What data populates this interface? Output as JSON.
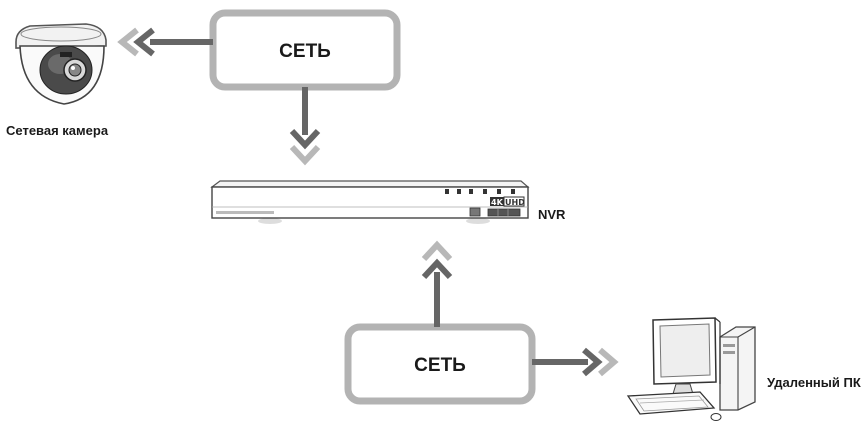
{
  "diagram": {
    "network_top_label": "СЕТЬ",
    "network_bottom_label": "СЕТЬ",
    "camera_label": "Сетевая камера",
    "nvr_label": "NVR",
    "pc_label": "Удаленный ПК",
    "nvr_badge_4k": "4K",
    "nvr_badge_uhd": "UHD"
  },
  "colors": {
    "box_border": "#b3b3b3",
    "arrow_dark": "#666666",
    "arrow_light": "#b8b8b8"
  },
  "icons": {
    "camera": "dome-camera-icon",
    "nvr": "nvr-recorder-icon",
    "pc": "desktop-computer-icon"
  }
}
